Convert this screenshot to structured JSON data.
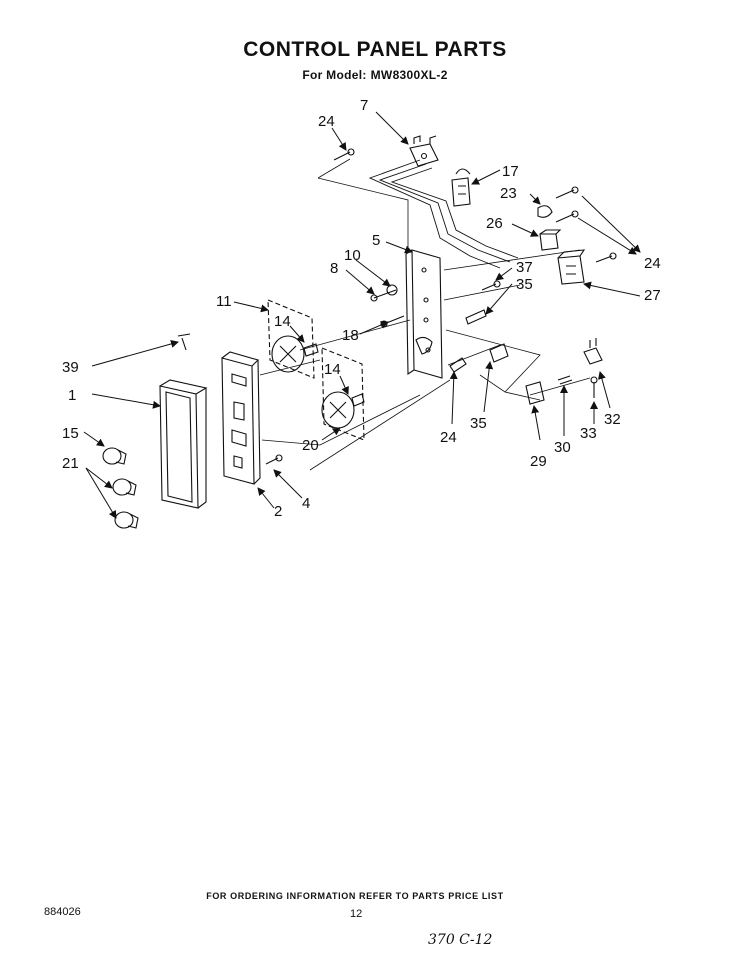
{
  "header": {
    "title": "CONTROL PANEL PARTS",
    "model_label": "For Model:",
    "model_number": "MW8300XL-2"
  },
  "callouts": {
    "c7": "7",
    "c24a": "24",
    "c17": "17",
    "c23": "23",
    "c26": "26",
    "c24b": "24",
    "c5": "5",
    "c10": "10",
    "c8": "8",
    "c37": "37",
    "c35a": "35",
    "c27": "27",
    "c11": "11",
    "c14a": "14",
    "c18": "18",
    "c39": "39",
    "c1": "1",
    "c14b": "14",
    "c15": "15",
    "c20": "20",
    "c24c": "24",
    "c35b": "35",
    "c32": "32",
    "c33": "33",
    "c30": "30",
    "c29": "29",
    "c21": "21",
    "c4": "4",
    "c2": "2"
  },
  "footer": {
    "ordering_note": "FOR ORDERING INFORMATION REFER TO PARTS PRICE LIST",
    "doc_number": "884026",
    "page_number": "12",
    "handwritten_note": "370 C-12"
  }
}
